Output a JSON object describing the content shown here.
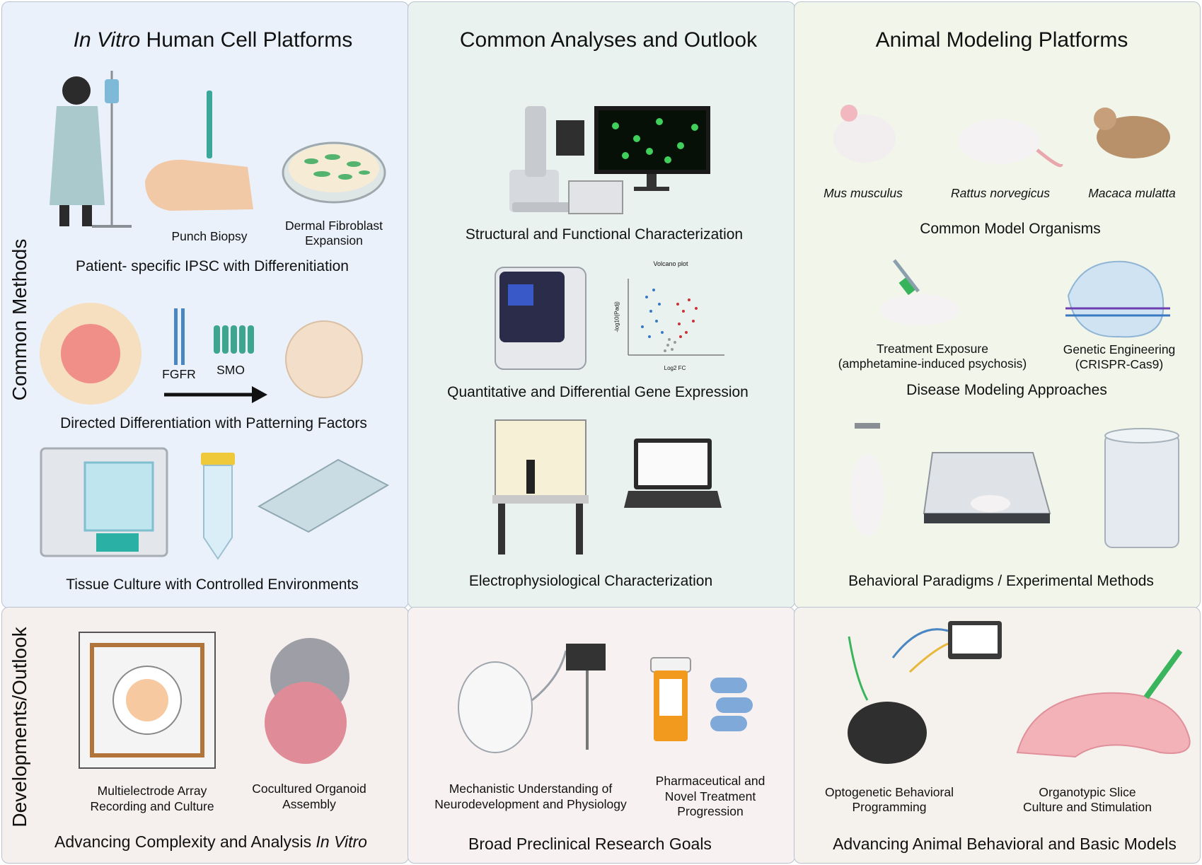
{
  "side_labels": {
    "common_methods": "Common Methods",
    "developments": "Developments/Outlook"
  },
  "in_vitro": {
    "title_italic": "In Vitro",
    "title_rest": "Human Cell Platforms",
    "punch_biopsy": "Punch Biopsy",
    "fibroblast_line1": "Dermal Fibroblast",
    "fibroblast_line2": "Expansion",
    "patient_ipsc": "Patient- specific IPSC with Differenitiation",
    "fgfr": "FGFR",
    "smo": "SMO",
    "directed_diff": "Directed Differentiation with Patterning Factors",
    "tissue_culture": "Tissue Culture with Controlled Environments"
  },
  "common_analyses": {
    "title": "Common Analyses and Outlook",
    "structural": "Structural and Functional Characterization",
    "gene_expression": "Quantitative and Differential Gene Expression",
    "electrophys": "Electrophysiological Characterization",
    "volcano_title": "Volcano plot",
    "volcano_xlabel": "Log2 FC",
    "volcano_ylabel": "-log10(Padj)"
  },
  "animal": {
    "title": "Animal Modeling Platforms",
    "mus": "Mus musculus",
    "rattus": "Rattus norvegicus",
    "macaca": "Macaca mulatta",
    "organisms": "Common Model Organisms",
    "treatment_line1": "Treatment Exposure",
    "treatment_line2": "(amphetamine-induced psychosis)",
    "genetic_line1": "Genetic Engineering",
    "genetic_line2": "(CRISPR-Cas9)",
    "disease_modeling": "Disease Modeling Approaches",
    "behavioral": "Behavioral Paradigms / Experimental Methods"
  },
  "bottom_left": {
    "mea_line1": "Multielectrode Array",
    "mea_line2": "Recording and Culture",
    "coculture_line1": "Cocultured Organoid",
    "coculture_line2": "Assembly",
    "footer_rest": "Advancing Complexity and Analysis",
    "footer_italic": "In Vitro"
  },
  "bottom_mid": {
    "mech_line1": "Mechanistic Understanding of",
    "mech_line2": "Neurodevelopment and Physiology",
    "pharma_line1": "Pharmaceutical and",
    "pharma_line2": "Novel Treatment",
    "pharma_line3": "Progression",
    "footer": "Broad Preclinical Research Goals"
  },
  "bottom_right": {
    "opto_line1": "Optogenetic Behavioral",
    "opto_line2": "Programming",
    "slice_line1": "Organotypic Slice",
    "slice_line2": "Culture and Stimulation",
    "footer": "Advancing Animal Behavioral and Basic Models"
  },
  "colors": {
    "panel_left": "#eaf1fb",
    "panel_mid": "#e9f2ee",
    "panel_right": "#f1f5ea",
    "panel_bottom": "#f5efee",
    "volcano_down": "#3a78c2",
    "volcano_up": "#c8323a"
  }
}
